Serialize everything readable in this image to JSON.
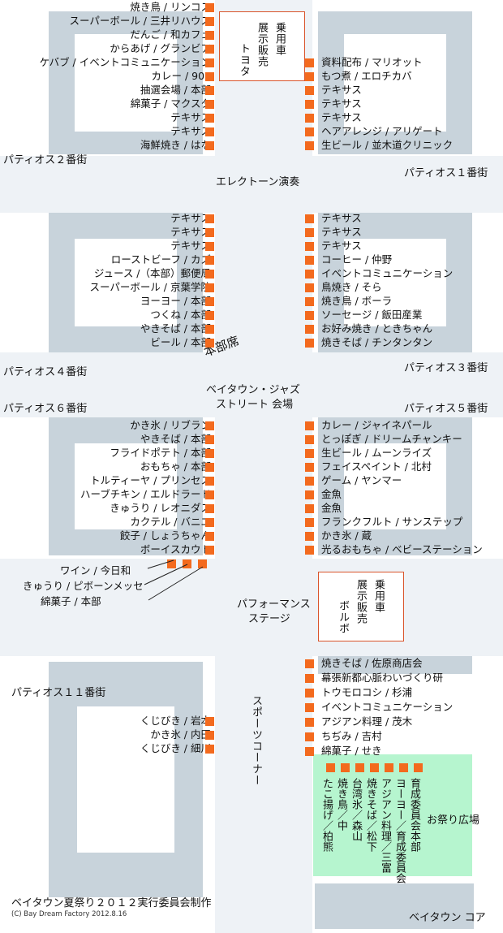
{
  "streets": {
    "patios_2": "パティオス２番街",
    "patios_1": "パティオス１番街",
    "patios_4": "パティオス４番街",
    "patios_3": "パティオス３番街",
    "patios_6": "パティオス６番街",
    "patios_5": "パティオス５番街",
    "patios_11": "パティオス１１番街"
  },
  "areas": {
    "electone": "エレクトーン演奏",
    "honbu": "本部席",
    "jazz_line1": "ベイタウン・ジャズ",
    "jazz_line2": "ストリート 会場",
    "performance_line1": "パフォーマンス",
    "performance_line2": "ステージ",
    "sports": "スポーツコーナー",
    "omatsuri": "お祭り広場",
    "core": "ベイタウン コア"
  },
  "exhibits": {
    "toyota": [
      "乗用車",
      "展示販売",
      "トヨタ"
    ],
    "volvo": [
      "乗用車",
      "展示販売",
      "ボルボ"
    ]
  },
  "booths": {
    "top_left": [
      "焼き鳥 / リンコス",
      "スーパーボール / 三井リハウス",
      "だんご / 和カフェ",
      "からあげ / グランビア",
      "ケバブ / イベントコミュニケーション",
      "カレー / 903",
      "抽選会場 / 本部",
      "綿菓子 / マクスタ",
      "テキサス",
      "テキサス",
      "海鮮焼き / はな"
    ],
    "top_right": [
      "資料配布 / マリオット",
      "もつ煮 / エロチカバ",
      "テキサス",
      "テキサス",
      "テキサス",
      "ヘアアレンジ / アリゲート",
      "生ビール / 並木道クリニック"
    ],
    "mid_left": [
      "テキサス",
      "テキサス",
      "テキサス",
      "ローストビーフ / カズ",
      "ジュース /（本部）郵便局",
      "スーパーボール / 京葉学院",
      "ヨーヨー / 本部",
      "つくね / 本部",
      "やきそば / 本部",
      "ビール / 本部"
    ],
    "mid_right": [
      "テキサス",
      "テキサス",
      "テキサス",
      "コーヒー / 仲野",
      "イベントコミュニケーション",
      "鳥焼き / そら",
      "焼き鳥 / ボーラ",
      "ソーセージ / 飯田産業",
      "お好み焼き / ときちゃん",
      "焼きそば / チンタンタン"
    ],
    "low_left": [
      "かき氷 / リブラン",
      "やきそば / 本部",
      "フライドポテト / 本部",
      "おもちゃ / 本部",
      "トルティーヤ / プリンセス",
      "ハーブチキン / エルドラード",
      "きゅうり / レオニダス",
      "カクテル / バニエ",
      "餃子 / しょうちゃん",
      "ボーイスカウト"
    ],
    "low_left_extra": [
      "ワイン / 今日和",
      "きゅうり / ピボーンメッセ",
      "綿菓子 / 本部"
    ],
    "low_right": [
      "カレー / ジャイネパール",
      "とっぽぎ / ドリームチャンキー",
      "生ビール / ムーンライズ",
      "フェイスペイント / 北村",
      "ゲーム / ヤンマー",
      "金魚",
      "金魚",
      "フランクフルト / サンステップ",
      "かき氷 / 蔵",
      "光るおもちゃ / ベビーステーション"
    ],
    "bottom_right": [
      "焼きそば / 佐原商店会",
      "幕張新都心脈わいづくり研",
      "トウモロコシ / 杉浦",
      "イベントコミュニケーション",
      "アジアン料理 / 茂木",
      "ちぢみ / 吉村",
      "綿菓子 / せき"
    ],
    "patios_11": [
      "くじびき / 岩本",
      "かき氷 / 内田",
      "くじびき / 細川"
    ],
    "plaza": [
      "育成委員会本部",
      "ヨーヨー／育成委員会",
      "アジアン料理／三富",
      "焼きそば／松下",
      "台湾氷／森山",
      "焼き鳥／中",
      "たこ揚げ／柏熊"
    ]
  },
  "footer": {
    "title": "ベイタウン夏祭り２０１２実行委員会制作",
    "credit": "(C) Bay Dream Factory 2012.8.16"
  },
  "colors": {
    "stall": "#f36a1e",
    "block": "#c8d3db",
    "street": "#eef2f6",
    "plaza": "#b6f5cf",
    "exhibit_border": "#d9542a"
  }
}
